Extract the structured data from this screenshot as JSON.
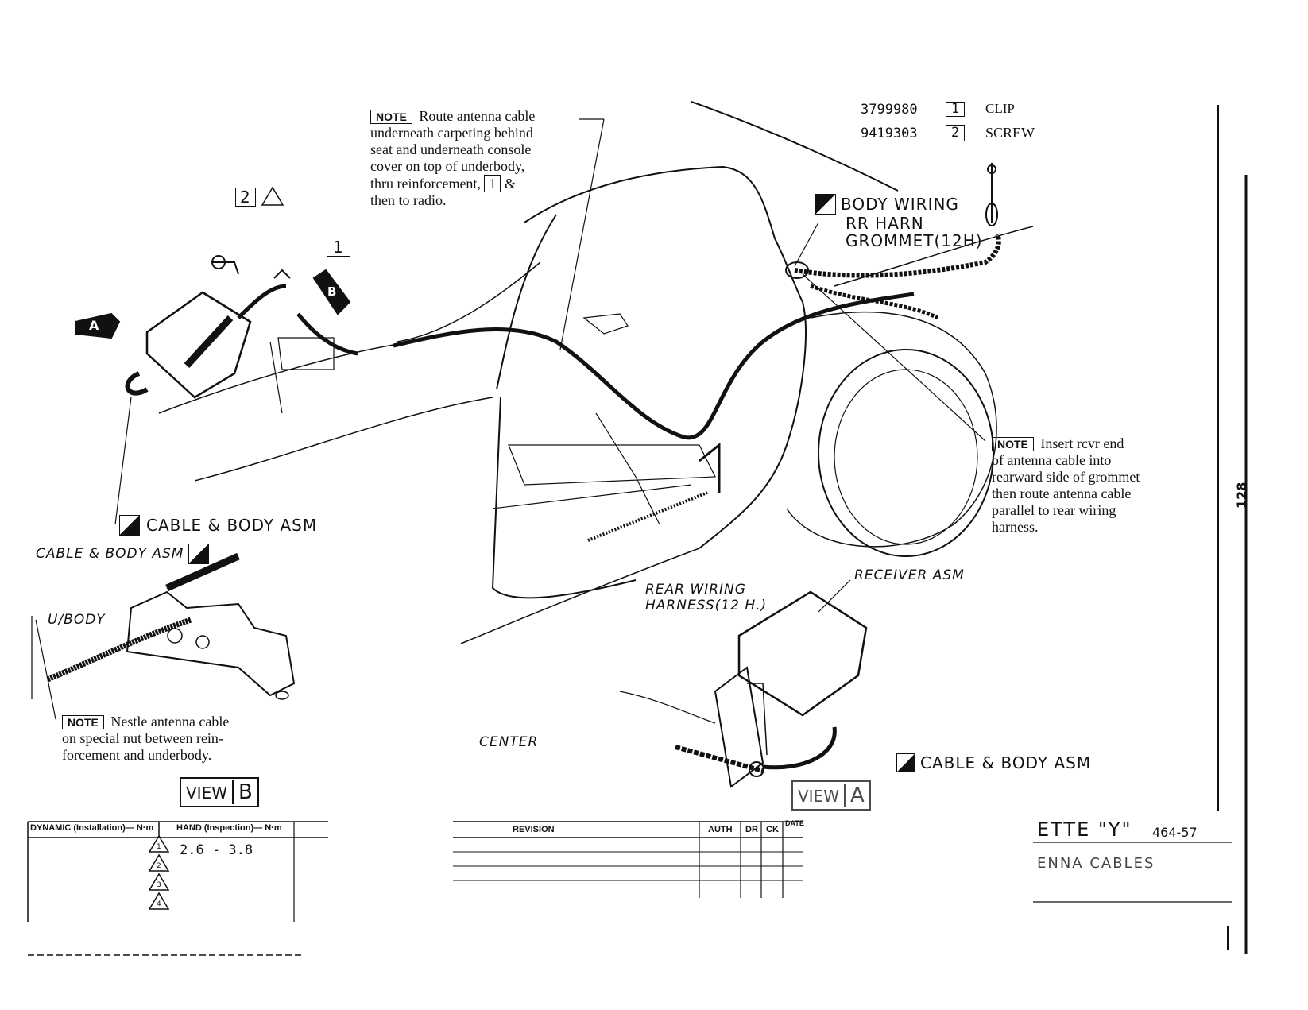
{
  "parts": [
    {
      "number": "3799980",
      "index": "1",
      "name": "CLIP"
    },
    {
      "number": "9419303",
      "index": "2",
      "name": "SCREW"
    }
  ],
  "notes": {
    "top_lines": [
      "Route antenna cable",
      "underneath carpeting behind",
      "seat and underneath console",
      "cover on top of underbody,",
      "thru reinforcement,",
      "then to radio."
    ],
    "top_index": "1",
    "top_amp": "&",
    "right_lines": [
      "Insert rcvr end",
      "of antenna cable into",
      "rearward side of grommet",
      "then route antenna cable",
      "parallel to rear wiring",
      "harness."
    ],
    "bottom_lines": [
      "Nestle antenna cable",
      "on special nut between rein-",
      "forcement and underbody."
    ],
    "label": "NOTE"
  },
  "labels": {
    "body_wiring": [
      "BODY WIRING",
      "RR HARN",
      "GROMMET(12H)"
    ],
    "cable_body_asm": "CABLE & BODY ASM",
    "cable_body_asm_hand": "CABLE & BODY ASM",
    "cable_body_asm_right": "CABLE & BODY ASM",
    "ubody": "U/BODY",
    "rear_wiring": [
      "REAR WIRING",
      "HARNESS(12 H.)"
    ],
    "receiver_asm": "RECEIVER ASM",
    "center": "CENTER",
    "callout_2": "2",
    "callout_1": "1",
    "arrow_a": "A",
    "arrow_b": "B",
    "page_number": "128"
  },
  "views": {
    "b": {
      "word": "VIEW",
      "letter": "B"
    },
    "a": {
      "word": "VIEW",
      "letter": "A"
    }
  },
  "torque_table": {
    "col1": "DYNAMIC (Installation)— N·m",
    "col2": "HAND (Inspection)— N·m",
    "rows": [
      {
        "symbol": "1",
        "value": "2.6 - 3.8"
      },
      {
        "symbol": "2",
        "value": ""
      },
      {
        "symbol": "3",
        "value": ""
      },
      {
        "symbol": "4",
        "value": ""
      }
    ]
  },
  "revision_table": {
    "headers": [
      "REVISION",
      "AUTH",
      "DR",
      "CK",
      "DATE"
    ]
  },
  "title_block": {
    "line1": "ETTE \"Y\"",
    "line1_num": "464-57",
    "line2": "ENNA CABLES"
  }
}
